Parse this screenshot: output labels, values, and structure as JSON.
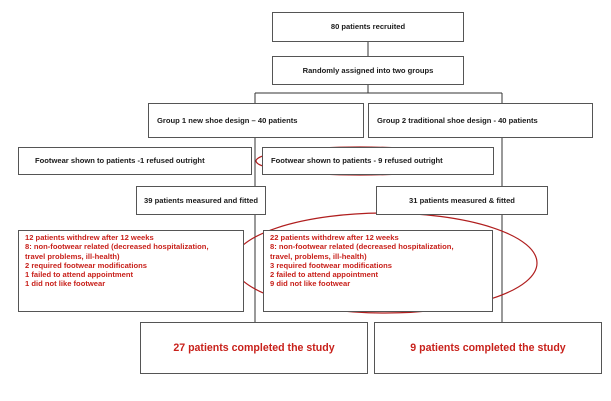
{
  "recruited": "80 patients recruited",
  "randomized": "Randomly assigned into two groups",
  "group1": {
    "title": "Group 1 new shoe design – 40 patients",
    "shown": "Footwear shown to patients -1 refused outright",
    "measured": "39 patients measured and fitted",
    "withdrawal": [
      "12 patients withdrew after 12 weeks",
      "8: non-footwear related (decreased hospitalization,",
      "travel problems, ill-health)",
      "2 required footwear modifications",
      "1 failed to attend appointment",
      "1 did not like footwear"
    ],
    "completed": "27 patients completed the study"
  },
  "group2": {
    "title": "Group 2 traditional shoe design - 40 patients",
    "shown": "Footwear shown to patients - 9 refused outright",
    "measured": "31 patients measured & fitted",
    "withdrawal": [
      "22 patients withdrew after 12 weeks",
      "8: non-footwear related (decreased hospitalization,",
      "travel, problems, ill-health)",
      "3 required footwear modifications",
      "2 failed to attend appointment",
      "9 did not like footwear"
    ],
    "completed": "9 patients completed the study"
  },
  "colors": {
    "text": "#1a1a1a",
    "highlight": "#c8211b",
    "annotation": "#b01e1e",
    "line": "#333333"
  }
}
